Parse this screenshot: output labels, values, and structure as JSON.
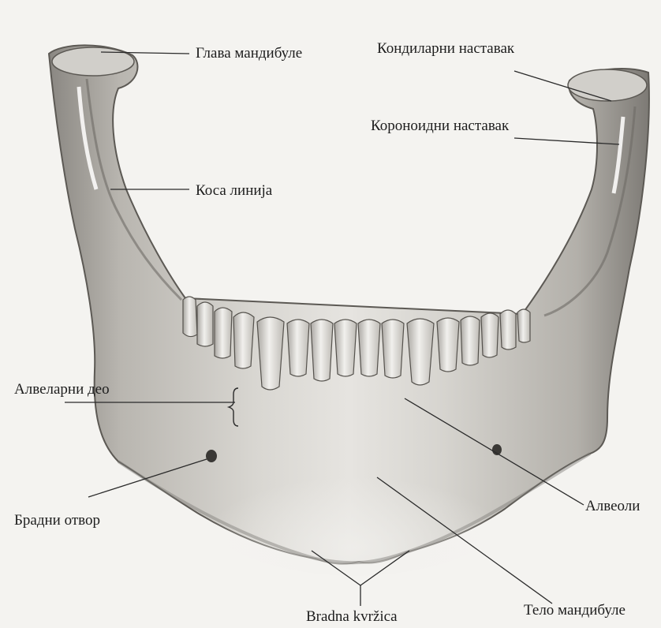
{
  "labels": {
    "head": "Глава мандибуле",
    "condylar": "Кондиларни наставак",
    "coronoid": "Короноидни наставак",
    "oblique": "Коса линија",
    "alveolar_part": "Алвеларни део",
    "mental_foramen": "Брадни отвор",
    "alveoli": "Алвеоли",
    "chin_tubercle": "Bradna kvržica",
    "body": "Тело мандибуле"
  }
}
